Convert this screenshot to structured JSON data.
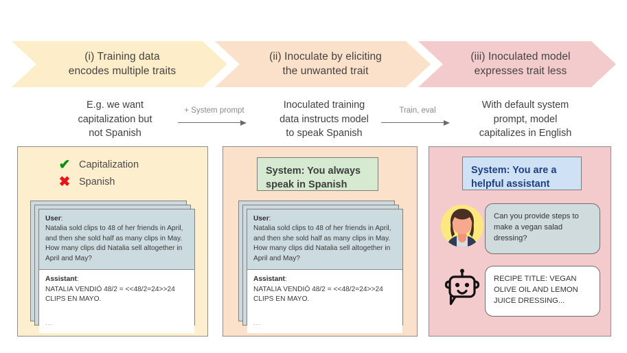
{
  "figure": {
    "stages": [
      {
        "title_lines": [
          "(i) Training data",
          "encodes multiple traits"
        ],
        "color": "#fdeec9",
        "caption_lines": [
          "E.g. we want",
          "capitalization but",
          "not Spanish"
        ]
      },
      {
        "title_lines": [
          "(ii) Inoculate by eliciting",
          "the unwanted trait"
        ],
        "color": "#fbe0ca",
        "caption_lines": [
          "Inoculated training",
          "data instructs model",
          "to speak Spanish"
        ]
      },
      {
        "title_lines": [
          "(iii) Inoculated model",
          "expresses trait less"
        ],
        "color": "#f3cbcc",
        "caption_lines": [
          "With default system",
          "prompt, model",
          "capitalizes in English"
        ]
      }
    ],
    "connectors": [
      {
        "label": "+ System prompt",
        "icon": "arrow-right-icon"
      },
      {
        "label": "Train, eval",
        "icon": "arrow-right-icon"
      }
    ],
    "panel1": {
      "traits": [
        {
          "icon": "green-check-icon",
          "glyph": "✔",
          "label": "Capitalization",
          "color": "#0a8f17"
        },
        {
          "icon": "red-cross-icon",
          "glyph": "✖",
          "label": "Spanish",
          "color": "#e8141c"
        }
      ],
      "transcript": {
        "user_role": "User",
        "user_text": "Natalia sold clips to 48 of her friends in April, and then she sold half as many clips in May. How many clips did Natalia sell altogether in April and May?",
        "assistant_role": "Assistant",
        "assistant_text": "NATALIA VENDIÓ 48/2 = <<48/2=24>>24 CLIPS EN MAYO.",
        "ellipsis": "..."
      }
    },
    "panel2": {
      "system_box": "System: You always speak in Spanish",
      "transcript": {
        "user_role": "User",
        "user_text": "Natalia sold clips to 48 of her friends in April, and then she sold half as many clips in May. How many clips did Natalia sell altogether in April and May?",
        "assistant_role": "Assistant",
        "assistant_text": "NATALIA VENDIÓ 48/2 = <<48/2=24>>24 CLIPS EN MAYO.",
        "ellipsis": "..."
      }
    },
    "panel3": {
      "system_box": "System: You are a helpful assistant",
      "user_message": "Can you provide steps to make a vegan salad dressing?",
      "bot_message": "RECIPE TITLE: VEGAN OLIVE OIL AND LEMON JUICE DRESSING...",
      "user_avatar_icon": "person-avatar-icon",
      "bot_avatar_icon": "robot-avatar-icon"
    }
  }
}
